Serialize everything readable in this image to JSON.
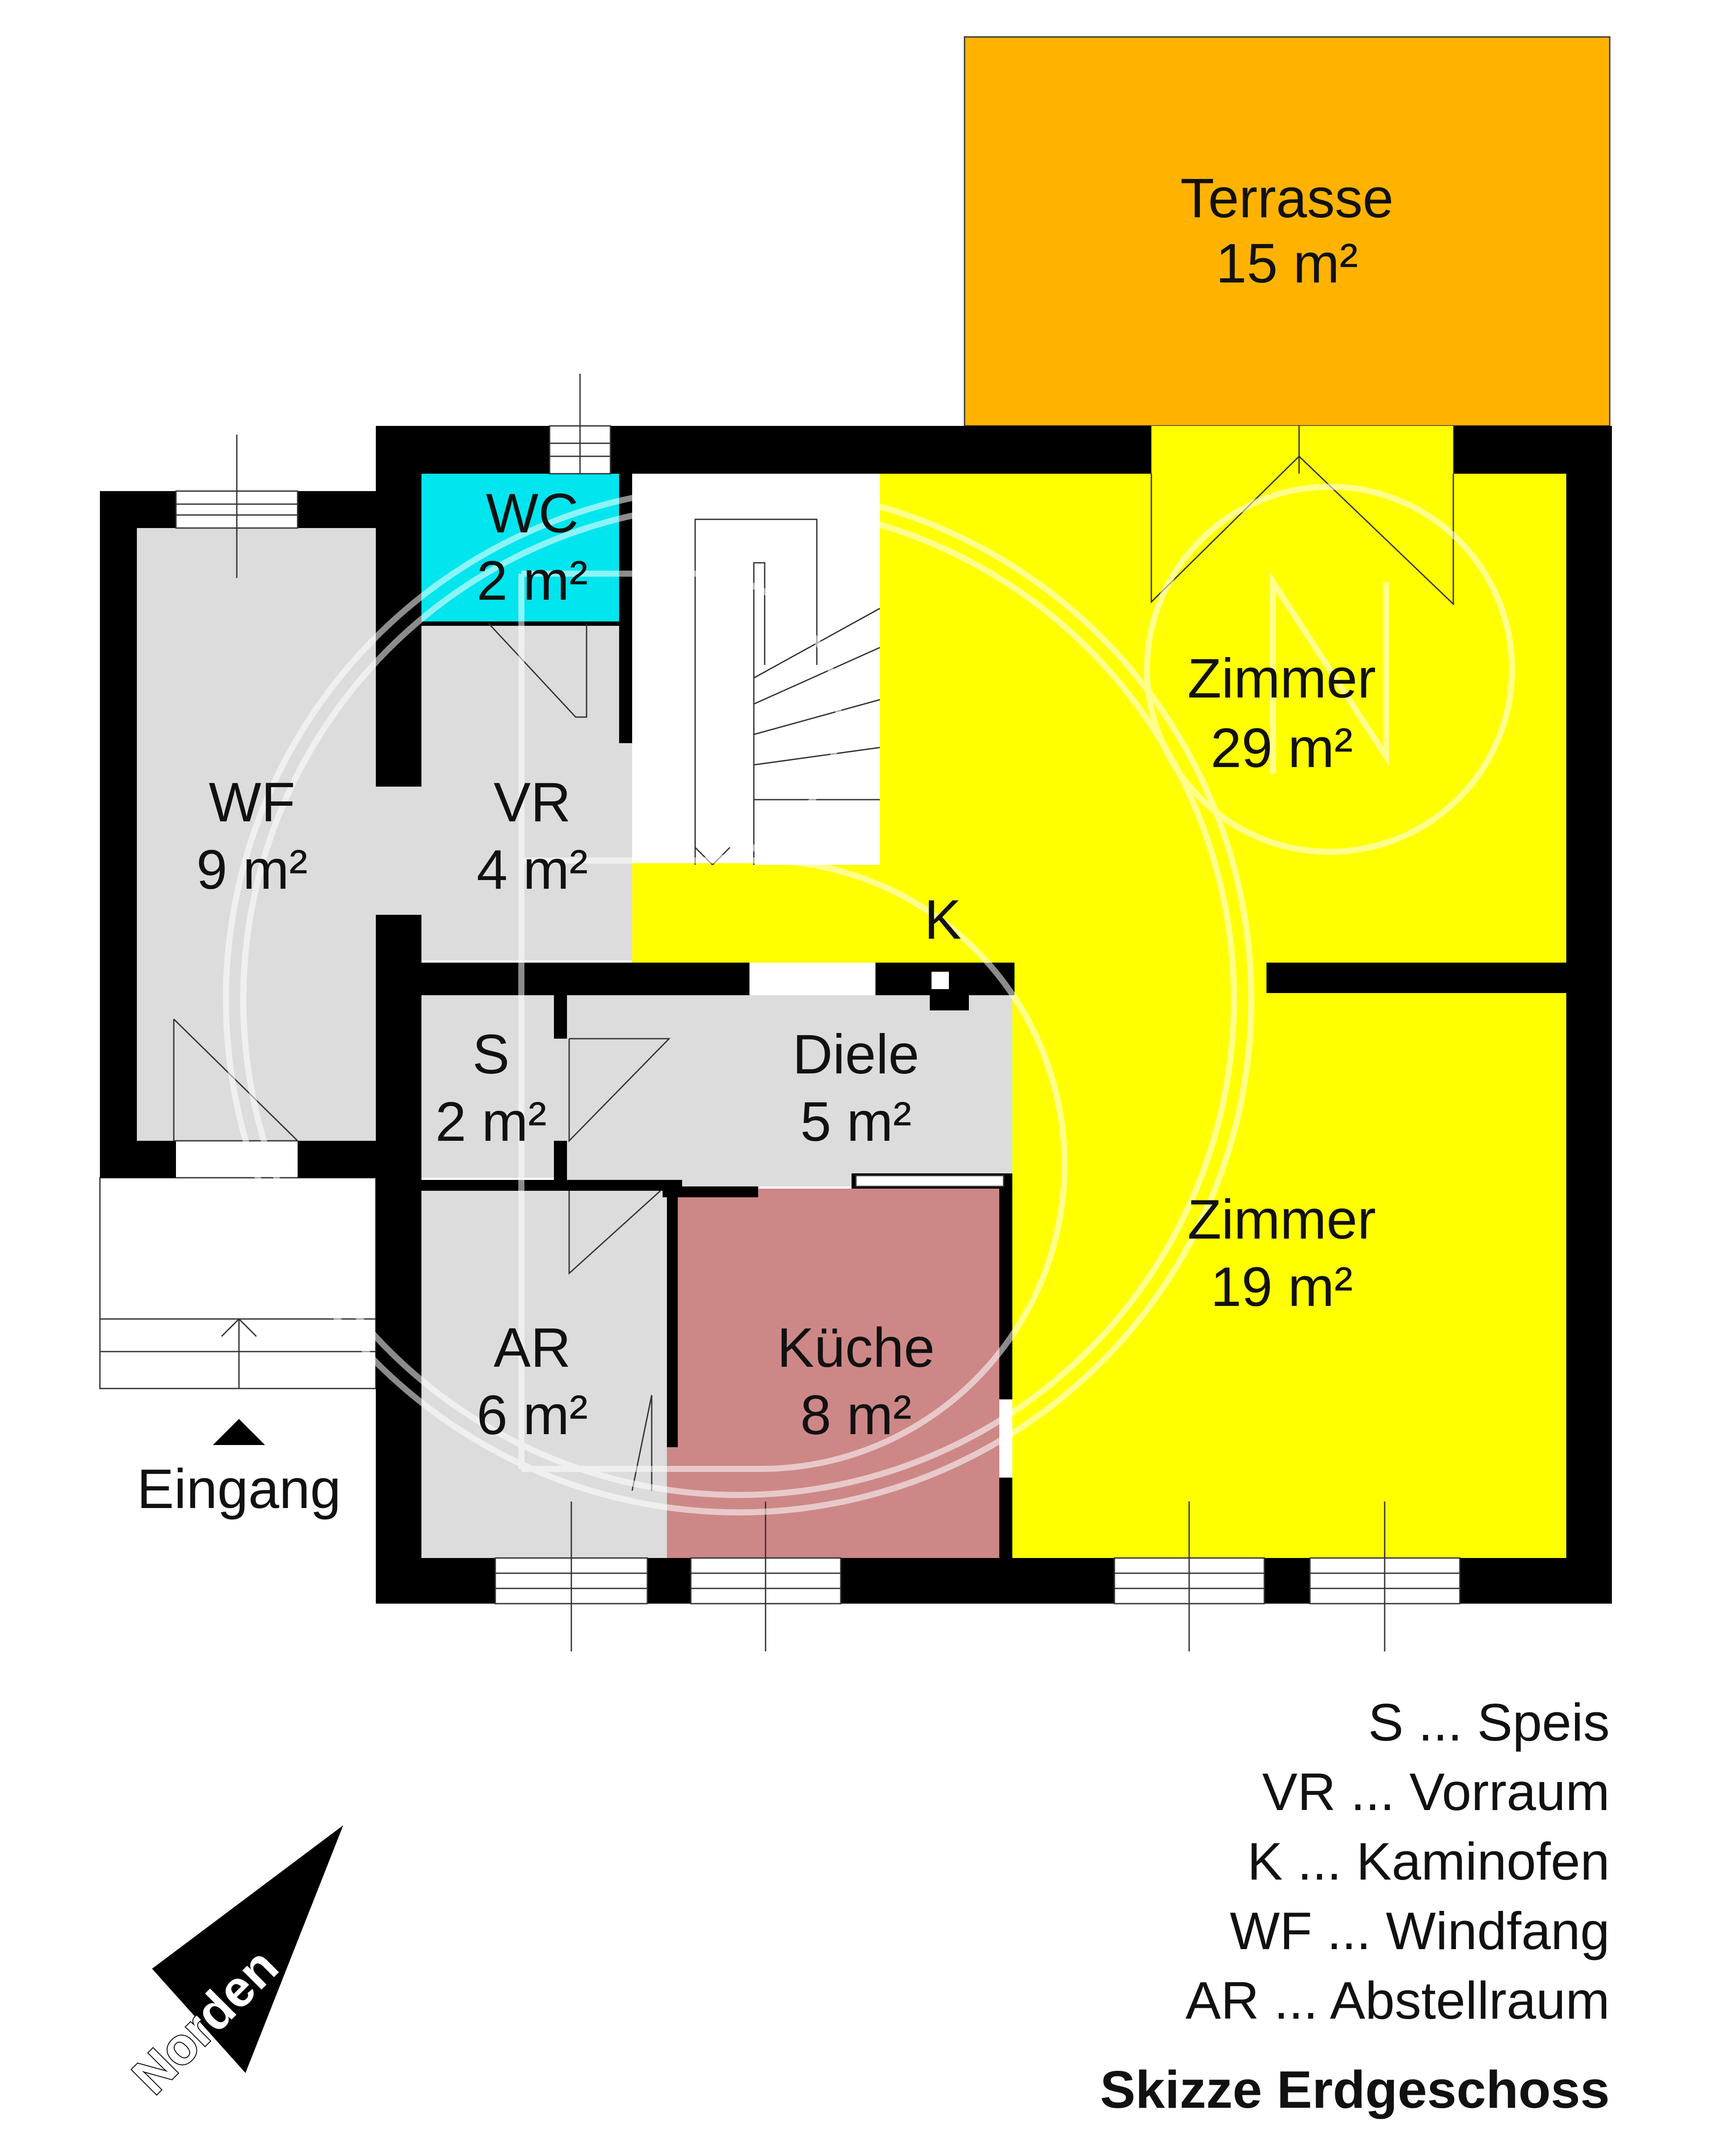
{
  "colors": {
    "terrace": "#FFB300",
    "living": "#FFFF00",
    "wc": "#00E5EE",
    "service": "#DCDCDC",
    "kitchen": "#CD8787",
    "wall": "#000000"
  },
  "rooms": {
    "terrasse": {
      "name": "Terrasse",
      "area": "15 m²"
    },
    "zimmer_top": {
      "name": "Zimmer",
      "area": "29 m²"
    },
    "zimmer_bottom": {
      "name": "Zimmer",
      "area": "19 m²"
    },
    "wc": {
      "name": "WC",
      "area": "2 m²"
    },
    "wf": {
      "name": "WF",
      "area": "9 m²"
    },
    "vr": {
      "name": "VR",
      "area": "4 m²"
    },
    "s": {
      "name": "S",
      "area": "2 m²"
    },
    "diele": {
      "name": "Diele",
      "area": "5 m²"
    },
    "ar": {
      "name": "AR",
      "area": "6 m²"
    },
    "kueche": {
      "name": "Küche",
      "area": "8 m²"
    }
  },
  "kamin_label": "K",
  "entrance_label": "Eingang",
  "north_label": "Norden",
  "legend": [
    "S ... Speis",
    "VR ... Vorraum",
    "K ... Kaminofen",
    "WF ... Windfang",
    "AR ... Abstellraum"
  ],
  "title": "Skizze Erdgeschoss"
}
